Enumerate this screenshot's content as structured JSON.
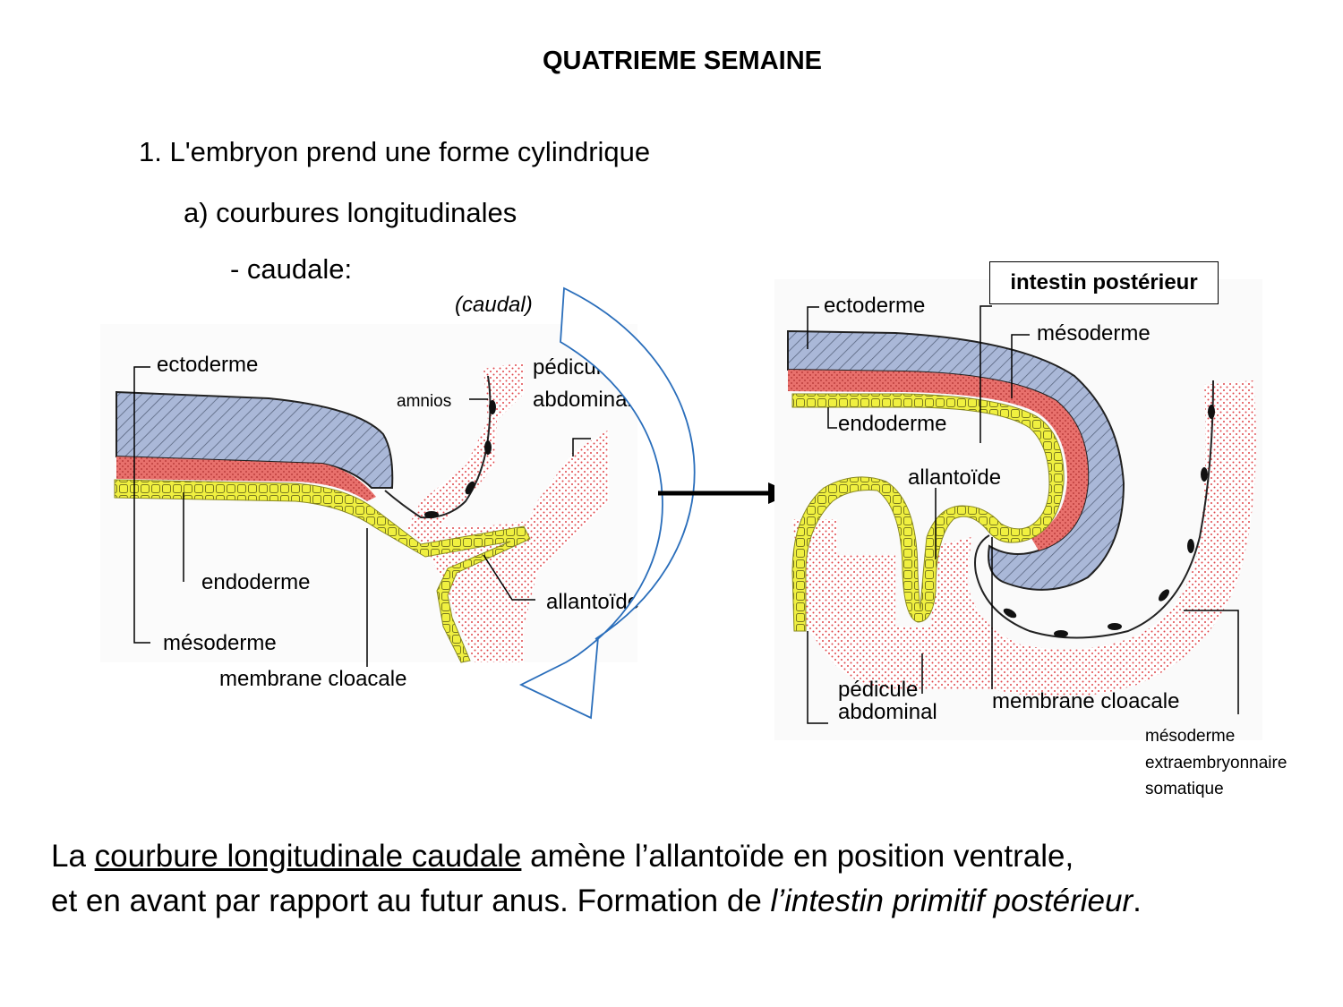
{
  "title": "QUATRIEME SEMAINE",
  "outline": {
    "level1": "1. L'embryon prend une forme cylindrique",
    "level2": "a) courbures longitudinales",
    "level3": "- caudale:"
  },
  "left_diagram": {
    "caudal_label": "(caudal)",
    "labels": {
      "ectoderme": "ectoderme",
      "amnios": "amnios",
      "pedicule_line1": "pédicule",
      "pedicule_line2": "abdominal",
      "endoderme": "endoderme",
      "mesoderme": "mésoderme",
      "allantoide": "allantoïde",
      "membrane_cloacale": "membrane cloacale"
    }
  },
  "right_diagram": {
    "boxed_label": "intestin postérieur",
    "labels": {
      "ectoderme": "ectoderme",
      "mesoderme": "mésoderme",
      "endoderme": "endoderme",
      "allantoide": "allantoïde",
      "pedicule_line1": "pédicule",
      "pedicule_line2": "abdominal",
      "membrane_cloacale": "membrane cloacale",
      "meso_extra_line1": "mésoderme",
      "meso_extra_line2": "extraembryonnaire",
      "meso_extra_line3": "somatique"
    }
  },
  "caption": {
    "part1": "La ",
    "underlined": "courbure longitudinale caudale",
    "part2": " amène l’allantoïde en position ventrale,",
    "line2_part1": "et en avant par rapport au futur anus. Formation de ",
    "italic": "l’intestin primitif postérieur",
    "line2_end": "."
  },
  "colors": {
    "ectoderm": "#aab8d8",
    "mesoderm": "#e8706c",
    "endoderm": "#f0f040",
    "extraembryonic": "#e0474c",
    "curved_arrow": "#2a6ebb"
  }
}
